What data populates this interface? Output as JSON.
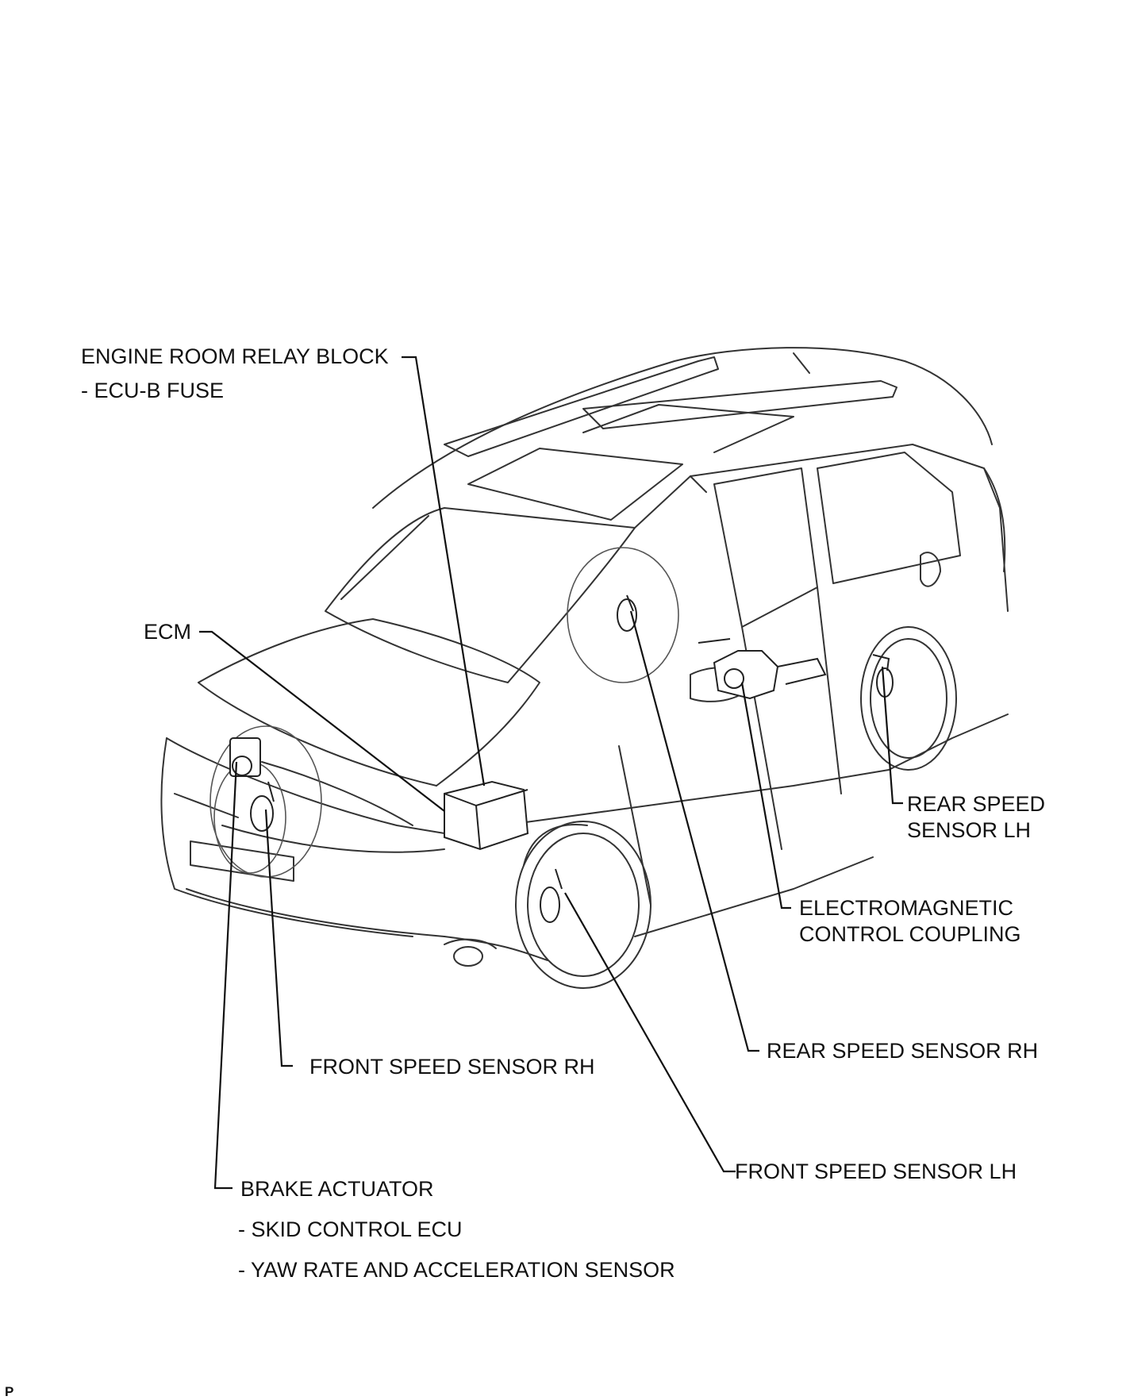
{
  "labels": {
    "engine_room_relay_block": "ENGINE ROOM RELAY BLOCK",
    "ecu_b_fuse": "- ECU-B FUSE",
    "ecm": "ECM",
    "rear_speed_sensor_lh_1": "REAR SPEED",
    "rear_speed_sensor_lh_2": "SENSOR LH",
    "electromagnetic_1": "ELECTROMAGNETIC",
    "electromagnetic_2": "CONTROL COUPLING",
    "rear_speed_sensor_rh": "REAR SPEED SENSOR RH",
    "front_speed_sensor_rh": "FRONT SPEED SENSOR RH",
    "front_speed_sensor_lh": "FRONT SPEED SENSOR LH",
    "brake_actuator": "BRAKE ACTUATOR",
    "skid_control_ecu": "- SKID CONTROL ECU",
    "yaw_rate_sensor": "- YAW RATE AND ACCELERATION SENSOR"
  },
  "corner_mark": "P",
  "colors": {
    "ink": "#111111",
    "background": "#ffffff"
  }
}
